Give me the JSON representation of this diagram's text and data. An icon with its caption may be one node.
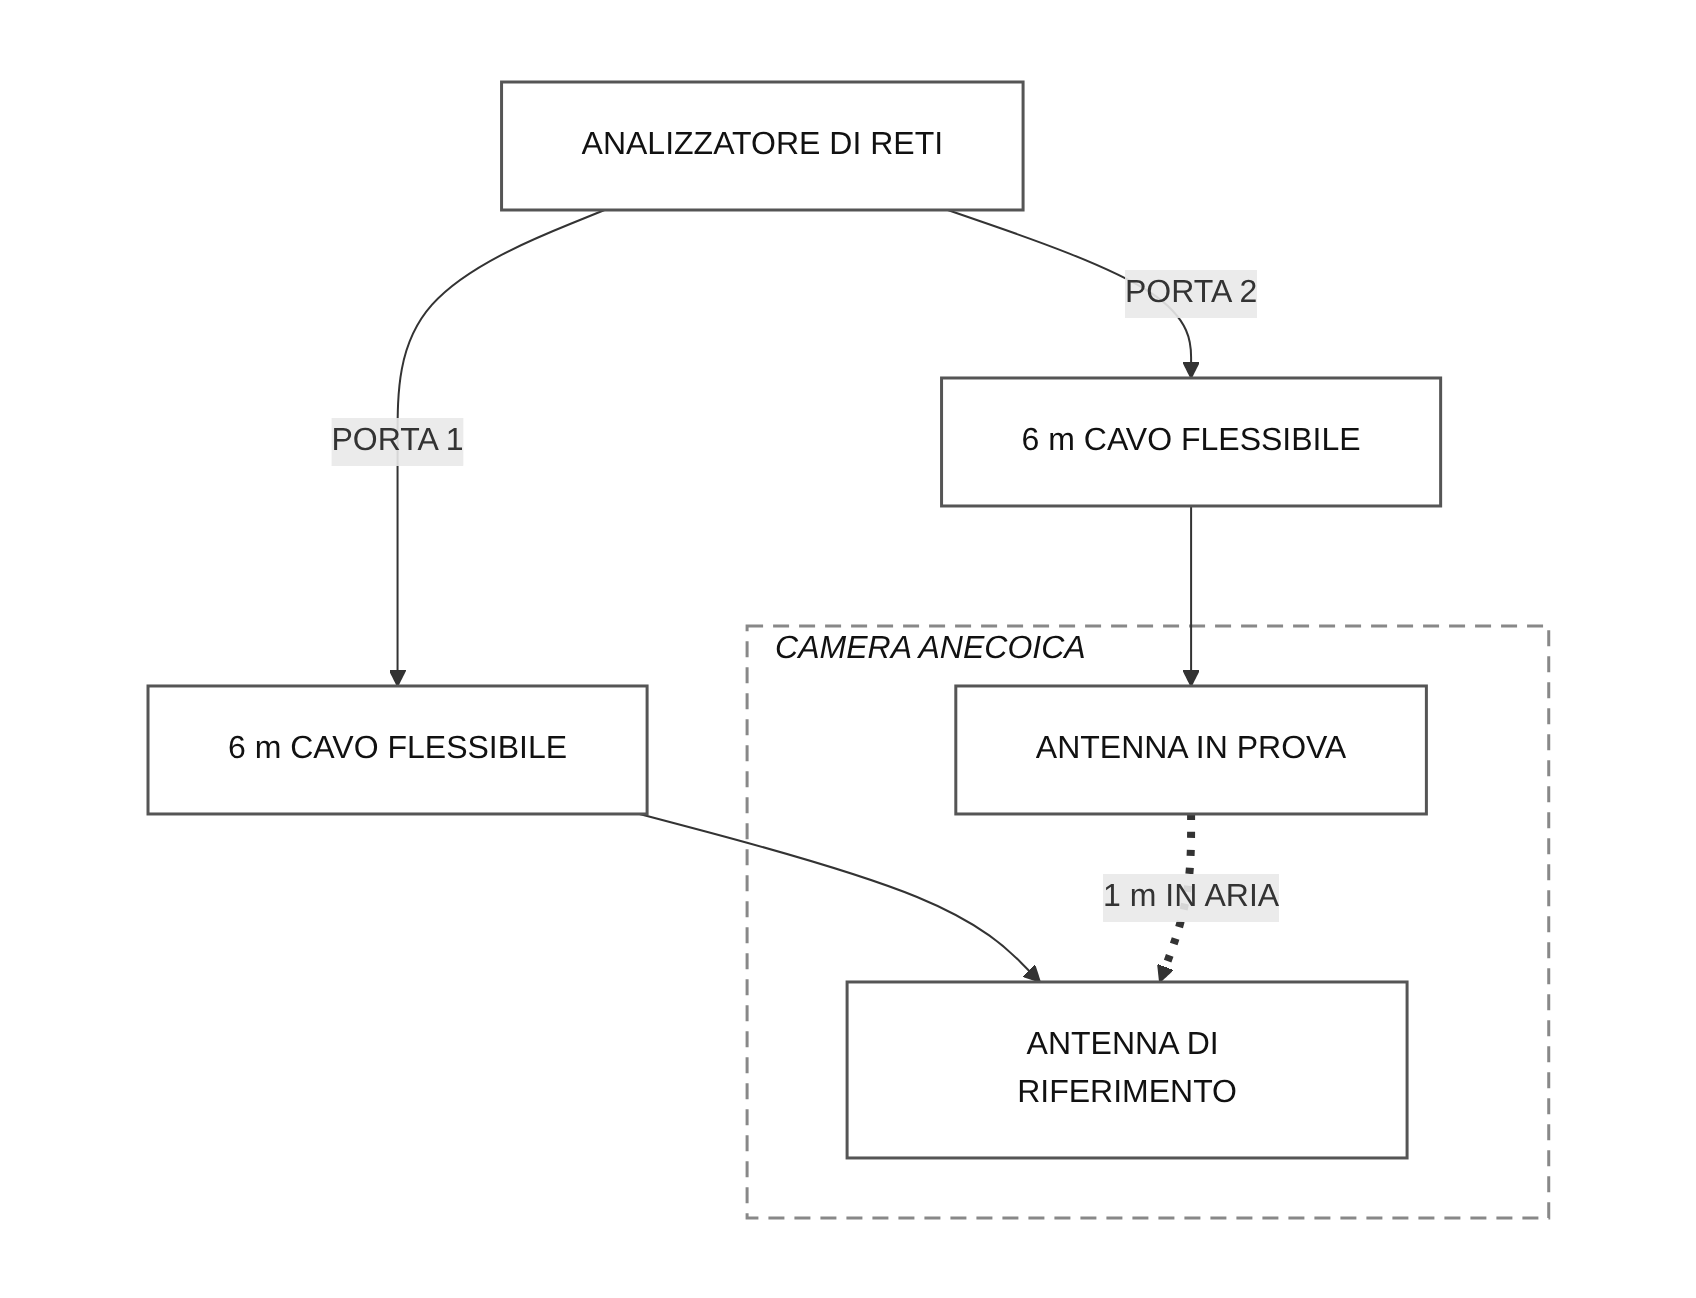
{
  "diagram": {
    "nodes": [
      {
        "text": [
          "ANALIZZATORE DI RETI"
        ]
      },
      {
        "text": [
          "6 m CAVO FLESSIBILE"
        ]
      },
      {
        "text": [
          "6 m CAVO FLESSIBILE"
        ]
      },
      {
        "text": [
          "CAMERA ANECOICA"
        ]
      },
      {
        "text": [
          "ANTENNA DI RIFERIMENTO"
        ],
        "in": 3
      },
      {
        "text": [
          "ANTENNA IN PROVA"
        ],
        "in": 3
      }
    ],
    "edges": [
      {
        "from": 0,
        "to": 1,
        "arrow": "to",
        "label": "PORTA 1"
      },
      {
        "from": 0,
        "to": 2,
        "arrow": "to",
        "label": "PORTA 2"
      },
      {
        "from": 1,
        "to": 4,
        "arrow": "to"
      },
      {
        "from": 2,
        "to": 5,
        "arrow": "to"
      },
      {
        "from": 5,
        "to": 4,
        "arrow": "to",
        "label": "1 m IN ARIA",
        "style": "dashed"
      }
    ]
  }
}
